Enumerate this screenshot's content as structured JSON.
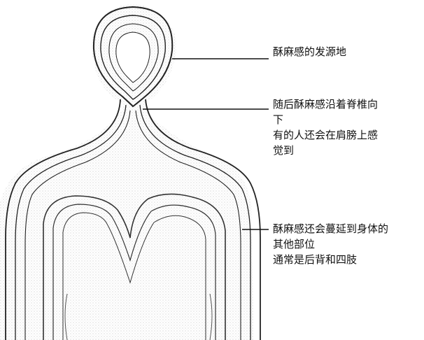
{
  "annotations": {
    "origin": {
      "lines": [
        "酥麻感的发源地"
      ]
    },
    "spine": {
      "lines": [
        "随后酥麻感沿着脊椎向",
        "下",
        "有的人还会在肩膀上感",
        "觉到"
      ]
    },
    "body": {
      "lines": [
        "酥麻感还会蔓延到身体的",
        "其他部位",
        "通常是后背和四肢"
      ]
    }
  },
  "colors": {
    "ink": "#111111",
    "stipple": "#8a8a8a",
    "background": "#ffffff"
  }
}
